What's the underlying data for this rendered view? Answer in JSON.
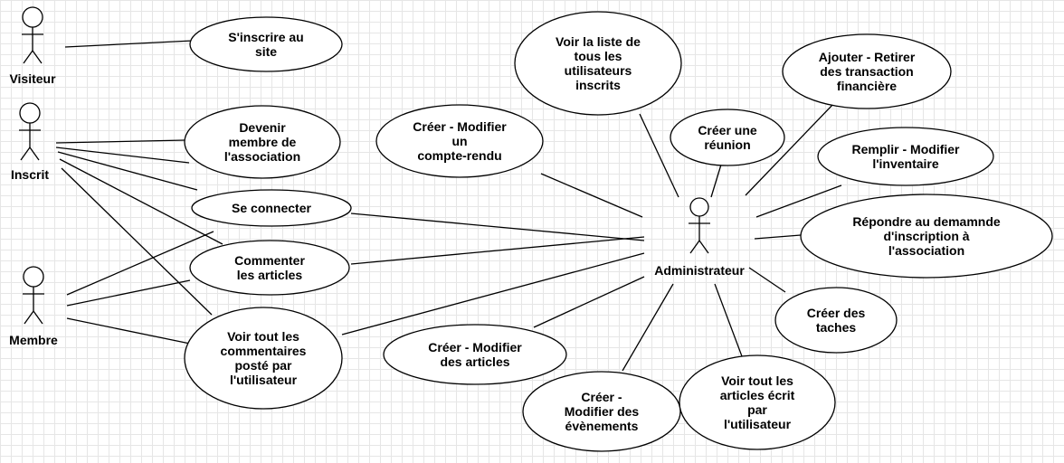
{
  "actors": {
    "visiteur": "Visiteur",
    "inscrit": "Inscrit",
    "membre": "Membre",
    "administrateur": "Administrateur"
  },
  "use_cases": {
    "sinscrire": [
      "S'inscrire au",
      "site"
    ],
    "devenir_membre": [
      "Devenir",
      "membre de",
      "l'association"
    ],
    "se_connecter": [
      "Se connecter"
    ],
    "commenter": [
      "Commenter",
      "les articles"
    ],
    "voir_commentaires": [
      "Voir tout les",
      "commentaires",
      "posté par",
      "l'utilisateur"
    ],
    "compte_rendu": [
      "Créer - Modifier",
      "un",
      "compte-rendu"
    ],
    "voir_utilisateurs": [
      "Voir la liste de",
      "tous les",
      "utilisateurs",
      "inscrits"
    ],
    "reunion": [
      "Créer une",
      "réunion"
    ],
    "transaction": [
      "Ajouter - Retirer",
      "des transaction",
      "financière"
    ],
    "inventaire": [
      "Remplir - Modifier",
      "l'inventaire"
    ],
    "demande_inscription": [
      "Répondre au demamnde",
      "d'inscription à",
      "l'association"
    ],
    "taches": [
      "Créer des",
      "taches"
    ],
    "articles": [
      "Créer - Modifier",
      "des articles"
    ],
    "evenements": [
      "Créer -",
      "Modifier des",
      "évènements"
    ],
    "articles_ecrits": [
      "Voir tout les",
      "articles écrit",
      "par",
      "l'utilisateur"
    ]
  }
}
